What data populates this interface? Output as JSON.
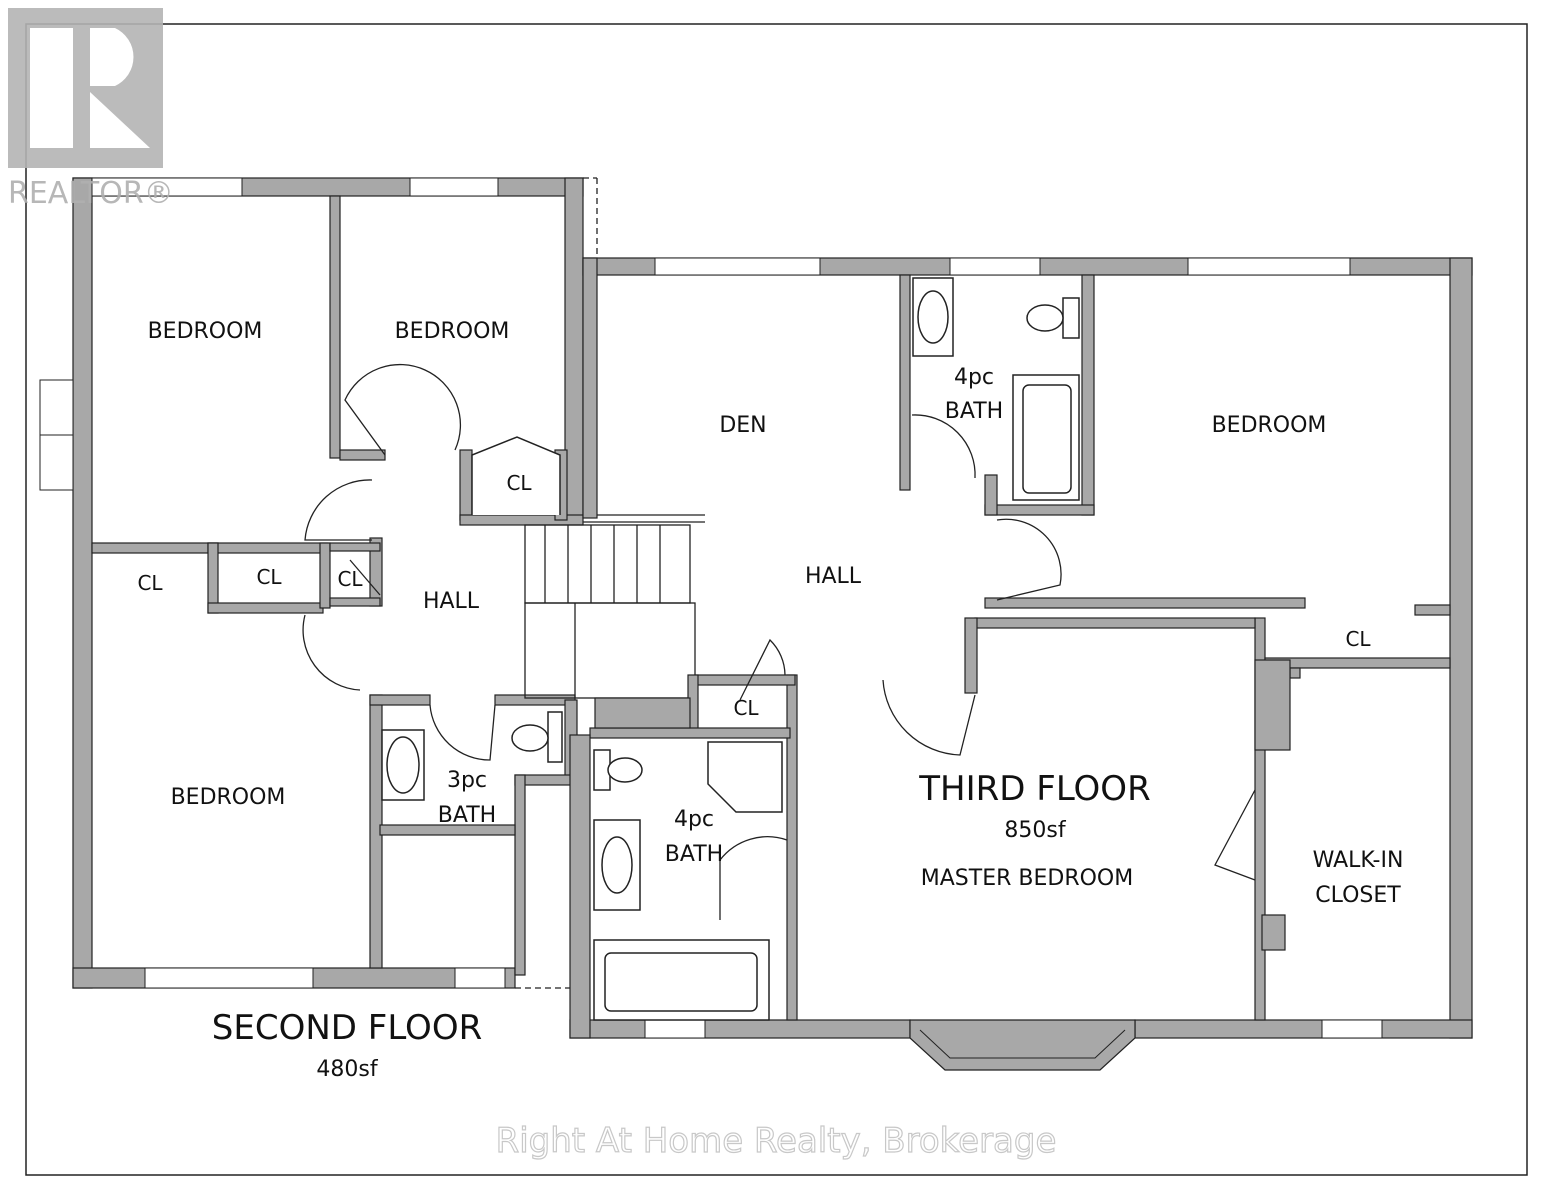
{
  "logo": {
    "text": "REALTOR®",
    "color": "#b4b4b4"
  },
  "second_floor": {
    "title": "SECOND FLOOR",
    "area": "480sf",
    "rooms": {
      "bedroom_nw": "BEDROOM",
      "bedroom_n": "BEDROOM",
      "bedroom_sw": "BEDROOM",
      "hall": "HALL",
      "cl_a": "CL",
      "cl_b": "CL",
      "cl_c": "CL",
      "cl_d": "CL",
      "bath_line1": "3pc",
      "bath_line2": "BATH"
    }
  },
  "third_floor": {
    "title": "THIRD FLOOR",
    "area": "850sf",
    "rooms": {
      "den": "DEN",
      "hall": "HALL",
      "bath_upper_line1": "4pc",
      "bath_upper_line2": "BATH",
      "bedroom_e": "BEDROOM",
      "cl_e": "CL",
      "cl_f": "CL",
      "bath_lower_line1": "4pc",
      "bath_lower_line2": "BATH",
      "master": "MASTER BEDROOM",
      "walkin_line1": "WALK-IN",
      "walkin_line2": "CLOSET"
    }
  },
  "watermark": "Right At Home Realty, Brokerage",
  "colors": {
    "wall": "#a8a8a8",
    "line": "#222222"
  }
}
